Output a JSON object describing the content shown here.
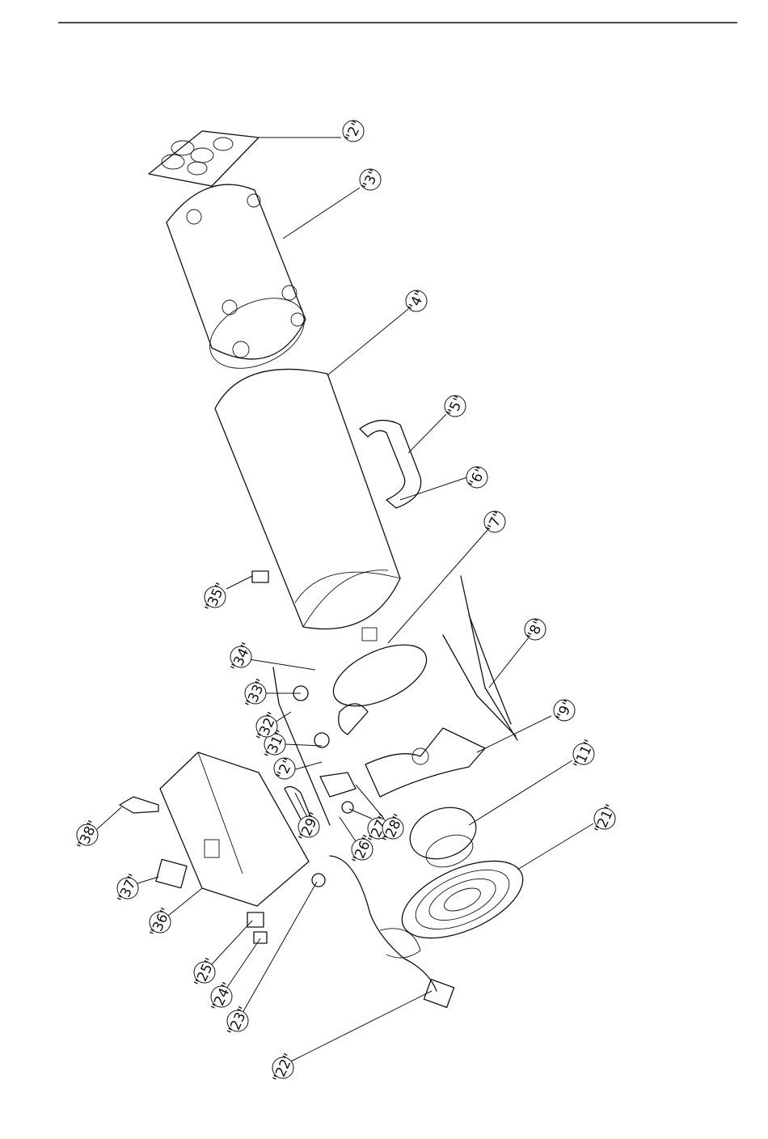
{
  "callouts": [
    {
      "id": "c2",
      "label": "\"2\""
    },
    {
      "id": "c3",
      "label": "\"3\""
    },
    {
      "id": "c4",
      "label": "\"4\""
    },
    {
      "id": "c5",
      "label": "\"5\""
    },
    {
      "id": "c6",
      "label": "\"6\""
    },
    {
      "id": "c7",
      "label": "\"7\""
    },
    {
      "id": "c8",
      "label": "\"8\""
    },
    {
      "id": "c9",
      "label": "\"9\""
    },
    {
      "id": "c11",
      "label": "\"11\""
    },
    {
      "id": "c21",
      "label": "\"21\""
    },
    {
      "id": "c22",
      "label": "\"22\""
    },
    {
      "id": "c23",
      "label": "\"23\""
    },
    {
      "id": "c24",
      "label": "\"24\""
    },
    {
      "id": "c25",
      "label": "\"25\""
    },
    {
      "id": "c26",
      "label": "\"26\""
    },
    {
      "id": "c27",
      "label": "\"27\""
    },
    {
      "id": "c28",
      "label": "\"28\""
    },
    {
      "id": "c29",
      "label": "\"29\""
    },
    {
      "id": "c31",
      "label": "\"31\""
    },
    {
      "id": "c32",
      "label": "\"32\""
    },
    {
      "id": "c33",
      "label": "\"33\""
    },
    {
      "id": "c34",
      "label": "\"34\""
    },
    {
      "id": "c35",
      "label": "\"35\""
    },
    {
      "id": "c36",
      "label": "\"36\""
    },
    {
      "id": "c37",
      "label": "\"37\""
    },
    {
      "id": "c38",
      "label": "\"38\""
    },
    {
      "id": "c2b",
      "label": "\"2\""
    }
  ]
}
